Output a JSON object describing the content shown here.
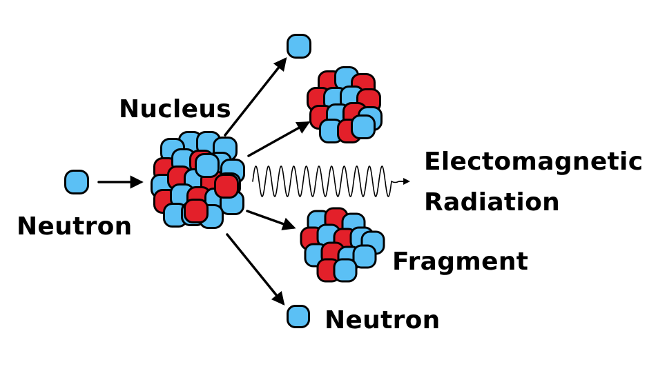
{
  "labels": {
    "nucleus": "Nucleus",
    "incoming_neutron": "Neutron",
    "radiation_line1": "Electomagnetic",
    "radiation_line2": "Radiation",
    "fragment": "Fragment",
    "outgoing_neutron": "Neutron"
  },
  "colors": {
    "neutron": "#5BC0F5",
    "proton": "#E3202A",
    "outline": "#000000",
    "background": "#FFFFFF"
  },
  "icons": {
    "arrow": "arrow-icon",
    "wave": "sine-wave-icon"
  }
}
